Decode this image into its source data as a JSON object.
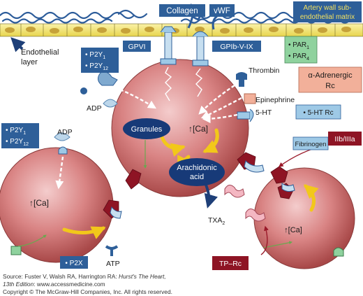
{
  "labels": {
    "collagen": "Collagen",
    "vwf": "vWF",
    "matrix_line1": "Artery wall sub-",
    "matrix_line2": "endothelial matrix",
    "endothelial_line1": "Endothelial",
    "endothelial_line2": "layer",
    "gpvi": "GPVI",
    "gpib": "GPIb-V-IX",
    "p2y1_top": "• P2Y",
    "p2y1_top_sub": "1",
    "p2y12_top": "• P2Y",
    "p2y12_top_sub": "12",
    "par1": "• PAR",
    "par1_sub": "1",
    "par4": "• PAR",
    "par4_sub": "4",
    "thrombin": "Thrombin",
    "alpha_line1": "α-Adrenergic",
    "alpha_line2": "Rc",
    "epinephrine": "Epinephrine",
    "adp_upper": "ADP",
    "adp_left": "ADP",
    "granules": "Granules",
    "ca_center": "↑[Ca]",
    "ca_left": "↑[Ca]",
    "ca_right": "↑[Ca]",
    "ht": "5-HT",
    "ht_rc": "• 5-HT Rc",
    "fibrinogen": "Fibrinogen",
    "iib": "IIb/IIIa",
    "p2y1_left": "• P2Y",
    "p2y1_left_sub": "1",
    "p2y12_left": "• P2Y",
    "p2y12_left_sub": "12",
    "arachidonic_line1": "Arachidonic",
    "arachidonic_line2": "acid",
    "txa2": "TXA",
    "txa2_sub": "2",
    "p2x": "• P2X",
    "atp": "ATP",
    "tp_rc": "TP–Rc"
  },
  "caption": {
    "line1_pre": "Source: Fuster V, Walsh RA, Harrington RA: ",
    "line1_title": "Hurst's The Heart,",
    "line2_ed": "13th Edition",
    "line2_rest": ": www.accessmedicine.com",
    "line3": "Copyright © The McGraw-Hill Companies, Inc. All rights reserved."
  },
  "colors": {
    "label_box_blue": "#2e5f99",
    "label_box_light": "#9ec9e6",
    "granule_oval": "#173a78",
    "platelet_red": "#c96464",
    "endothelium_yellow": "#f0e268",
    "par_green": "#8fd29e",
    "alpha_peach": "#f2b09a",
    "iib_red": "#8e1424",
    "arrow_yellow": "#f2c81a"
  }
}
